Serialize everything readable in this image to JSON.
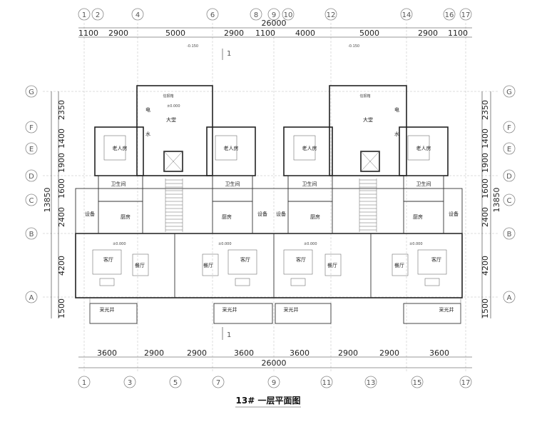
{
  "title": "13# 一层平面图",
  "top_axis_labels": [
    "1",
    "2",
    "4",
    "6",
    "8",
    "9",
    "10",
    "12",
    "14",
    "16",
    "17"
  ],
  "bottom_axis_labels": [
    "1",
    "3",
    "5",
    "7",
    "9",
    "11",
    "13",
    "15",
    "17"
  ],
  "row_axis_labels": [
    "G",
    "F",
    "E",
    "D",
    "C",
    "B",
    "A"
  ],
  "top_total": "26000",
  "top_dims": [
    "1100",
    "2900",
    "5000",
    "2900",
    "1100",
    "4000",
    "5000",
    "2900",
    "1100"
  ],
  "bottom_total": "26000",
  "bottom_dims": [
    "3600",
    "2900",
    "2900",
    "3600",
    "3600",
    "2900",
    "2900",
    "3600"
  ],
  "side_dims": [
    "2350",
    "1400",
    "1900",
    "1600",
    "2400",
    "4200",
    "1500"
  ],
  "side_total": "13850",
  "level_marks": [
    "-0.150",
    "-0.150",
    "±0.000",
    "±0.000",
    "±0.000",
    "±0.000",
    "±0.000"
  ],
  "section_mark": "1",
  "rooms": {
    "hall": "大堂",
    "elder_room": "老人房",
    "bathroom": "卫生间",
    "kitchen": "厨房",
    "equipment": "设备",
    "living": "客厅",
    "dining": "餐厅",
    "light_well": "采光井",
    "elec": "电",
    "water": "水",
    "mailbox": "信报箱"
  }
}
